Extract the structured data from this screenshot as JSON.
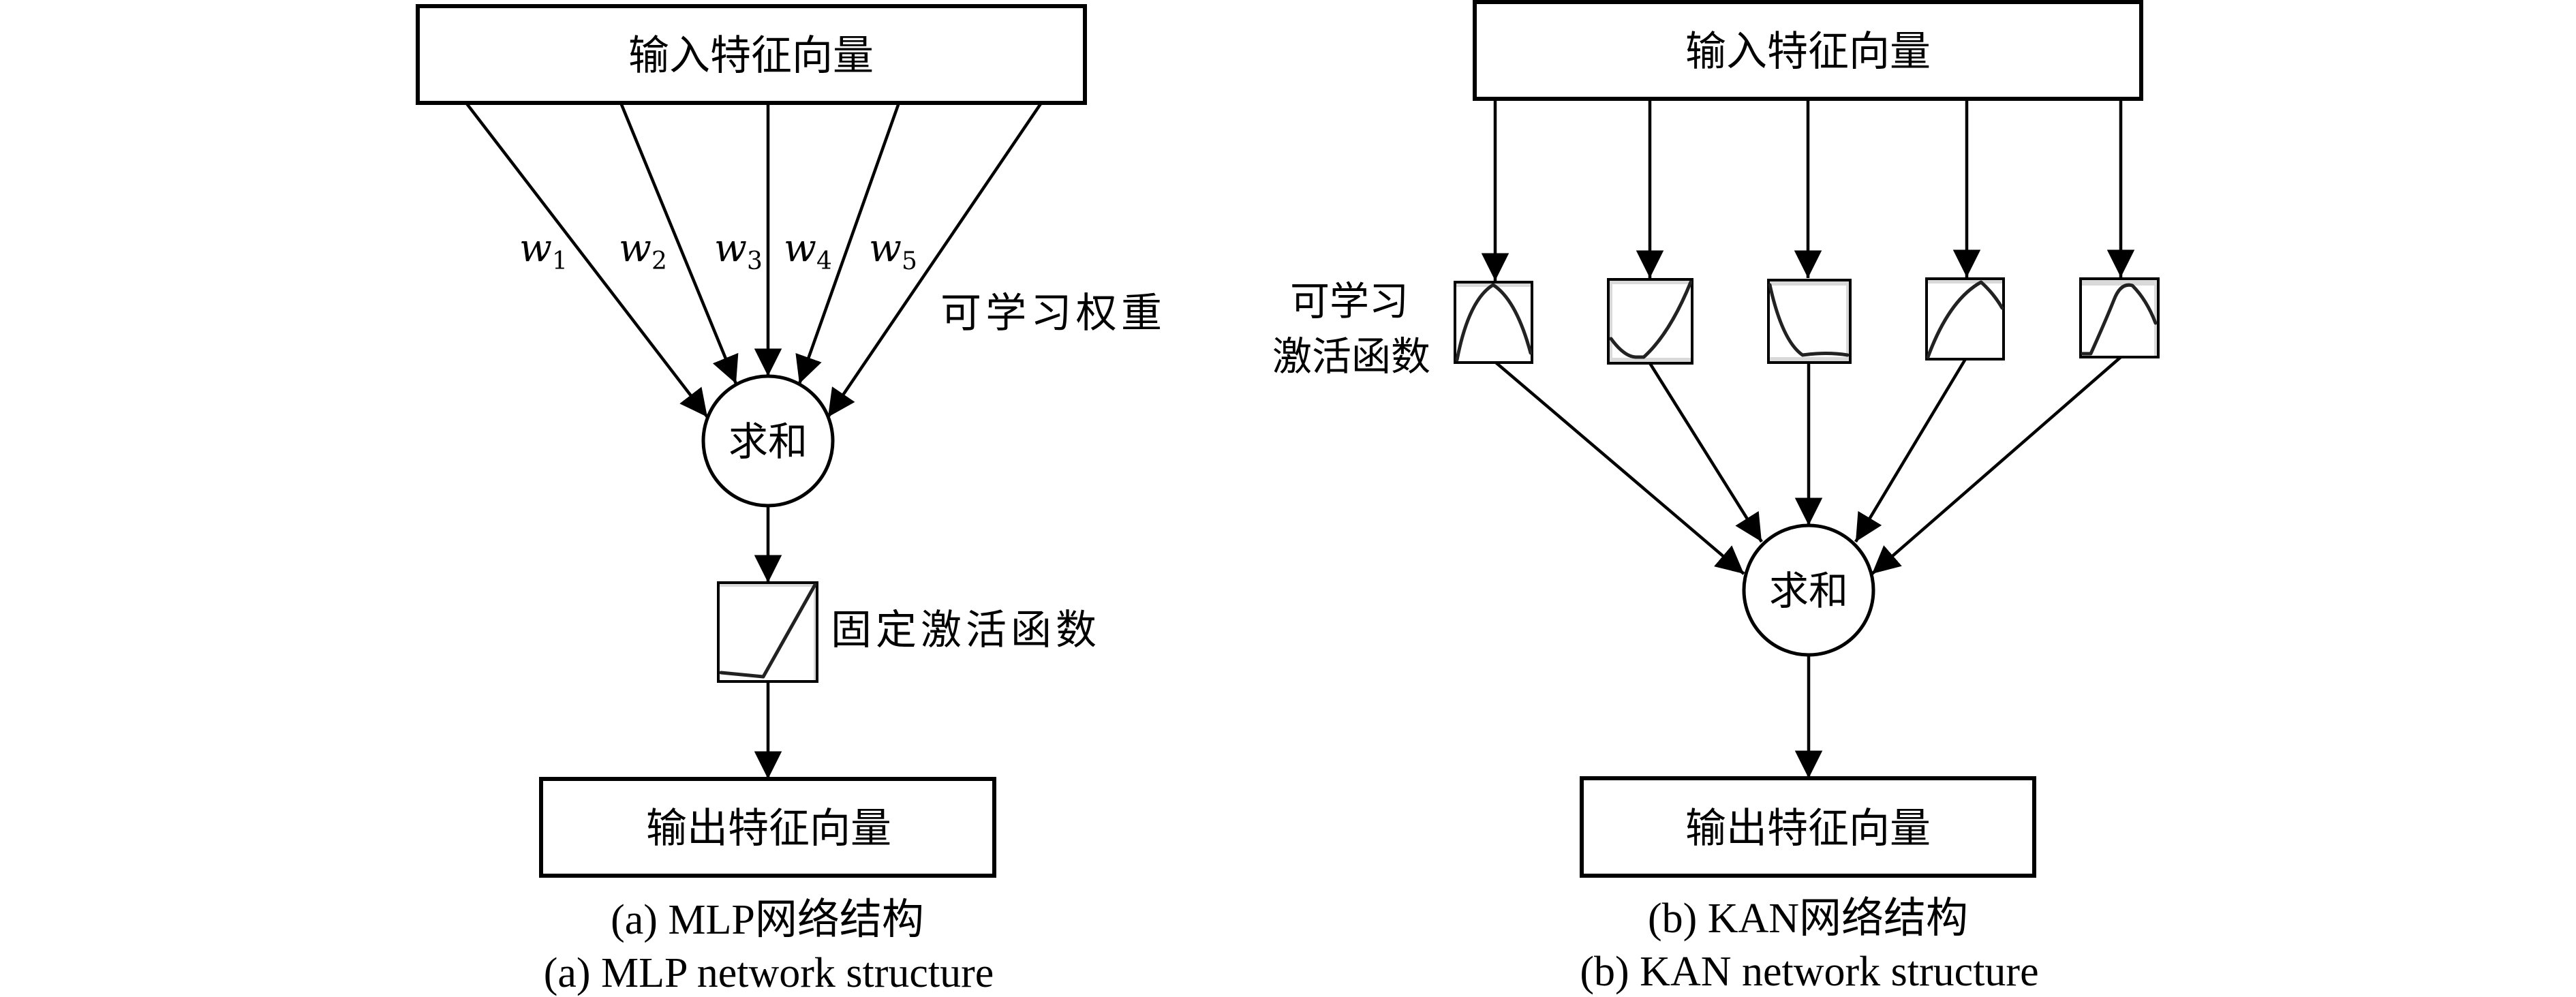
{
  "figure": {
    "mlp": {
      "input_label": "输入特征向量",
      "weights": [
        {
          "symbol": "w",
          "subscript": "1"
        },
        {
          "symbol": "w",
          "subscript": "2"
        },
        {
          "symbol": "w",
          "subscript": "3"
        },
        {
          "symbol": "w",
          "subscript": "4"
        },
        {
          "symbol": "w",
          "subscript": "5"
        }
      ],
      "weights_annotation": "可学习权重",
      "sum_label": "求和",
      "activation_annotation": "固定激活函数",
      "activation_icon": "relu-like-curve-icon",
      "output_label": "输出特征向量",
      "caption_cn": "(a) MLP网络结构",
      "caption_en": "(a) MLP network structure"
    },
    "kan": {
      "input_label": "输入特征向量",
      "activation_annotation_line1": "可学习",
      "activation_annotation_line2": "激活函数",
      "activation_icons": [
        "hump-curve-icon",
        "u-curve-icon",
        "decay-curve-icon",
        "rise-peak-curve-icon",
        "s-peak-curve-icon"
      ],
      "sum_label": "求和",
      "output_label": "输出特征向量",
      "caption_cn": "(b) KAN网络结构",
      "caption_en": "(b) KAN network structure"
    }
  }
}
